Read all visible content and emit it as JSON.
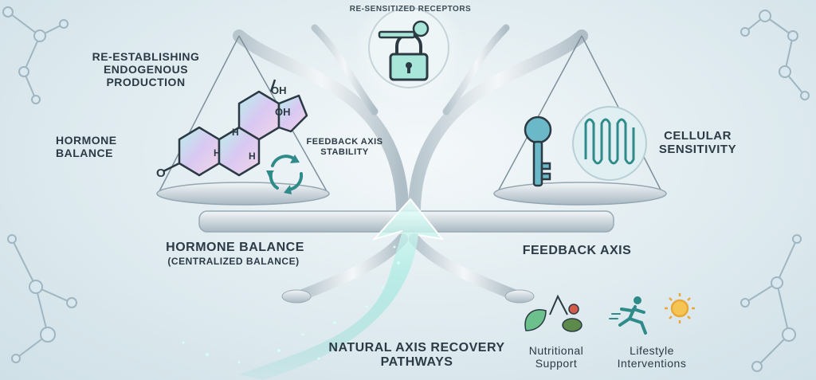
{
  "labels": {
    "receptors_arc": "RE-SENSITIZED RECEPTORS",
    "reestablishing": "RE-ESTABLISHING ENDOGENOUS PRODUCTION",
    "hormone_balance_small": "HORMONE BALANCE",
    "feedback_axis_stability": "FEEDBACK AXIS STABILITY",
    "cellular_sensitivity": "CELLULAR SENSITIVITY",
    "hormone_balance_main": "HORMONE BALANCE",
    "centralized_balance": "(CENTRALIZED BALANCE)",
    "feedback_axis": "FEEDBACK AXIS",
    "natural_axis": "NATURAL AXIS RECOVERY PATHWAYS",
    "nutritional_support": "Nutritional Support",
    "lifestyle_interventions": "Lifestyle Interventions"
  },
  "molecule_text": {
    "o": "O",
    "oh1": "OH",
    "oh2": "OH",
    "h1": "H",
    "h2": "H",
    "h3": "H"
  },
  "icons": [
    "padlock-icon",
    "key-icon",
    "receptor-icon",
    "recycle-icon",
    "leaf-icon",
    "runner-icon",
    "sun-icon",
    "steroid-molecule-icon",
    "upward-arrow-icon"
  ],
  "colors": {
    "background": "#dfeaef",
    "metal": "#c9d3da",
    "accent_teal": "#2f8a8a",
    "arrow_glow": "#8fe3d5",
    "text": "#2b3a44"
  }
}
